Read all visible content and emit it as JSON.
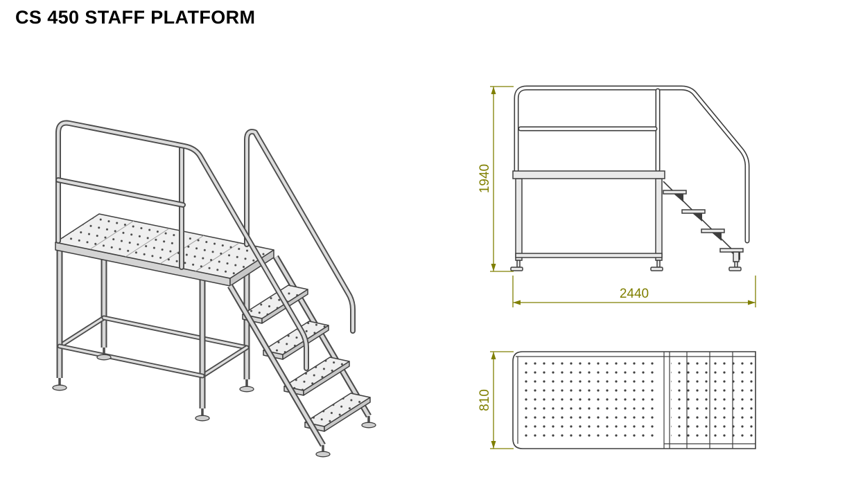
{
  "title": "CS 450 STAFF PLATFORM",
  "dimensions": {
    "height": "1940",
    "length": "2440",
    "width": "810"
  },
  "colors": {
    "dimension_accent": "#7f7f00",
    "drawing_line": "#3d3d3d",
    "steel_fill": "#e9e9e9",
    "background": "#ffffff",
    "title_text": "#000000"
  }
}
